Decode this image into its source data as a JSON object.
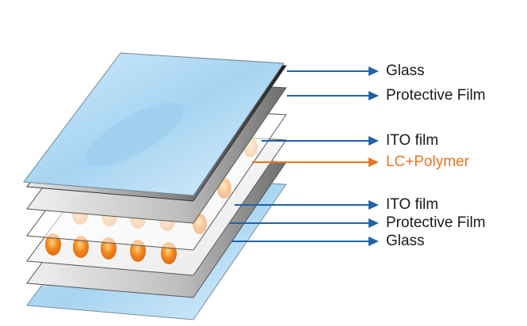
{
  "labels": [
    {
      "text": "Glass",
      "color": "#1a1a1a",
      "arrow": "#1f63a8"
    },
    {
      "text": "Protective Film",
      "color": "#1a1a1a",
      "arrow": "#1f63a8"
    },
    {
      "text": "ITO film",
      "color": "#1a1a1a",
      "arrow": "#1f63a8"
    },
    {
      "text": "LC+Polymer",
      "color": "#e8741f",
      "arrow": "#e8741f"
    },
    {
      "text": "ITO film",
      "color": "#1a1a1a",
      "arrow": "#1f63a8"
    },
    {
      "text": "Protective Film",
      "color": "#1a1a1a",
      "arrow": "#1f63a8"
    },
    {
      "text": "Glass",
      "color": "#1a1a1a",
      "arrow": "#1f63a8"
    }
  ],
  "colors": {
    "glass": "#a9d6f2",
    "film_dark": "#2f2f2f",
    "film_light": "#d6d6d6",
    "ito": "#f4f4f4",
    "droplet": "#ef7a1a",
    "arrow_blue": "#1f63a8",
    "arrow_orange": "#e8741f"
  }
}
